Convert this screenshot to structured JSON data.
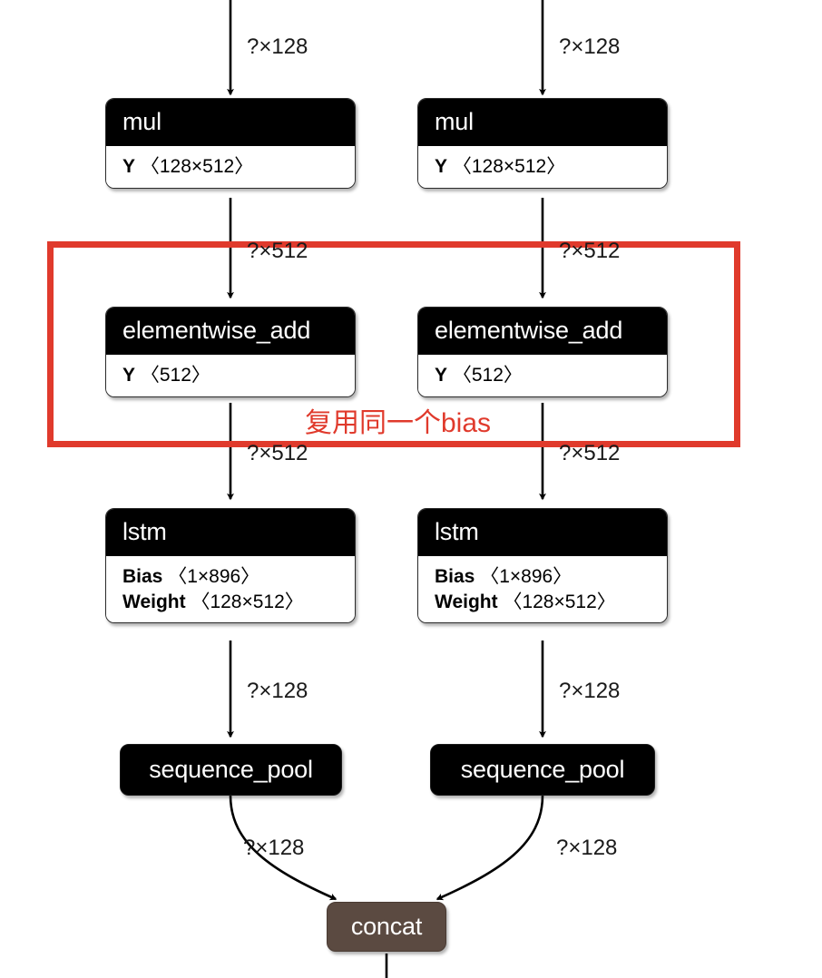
{
  "diagram": {
    "kind": "neural-network-computation-graph",
    "background": "#ffffff",
    "colors": {
      "node_header": "#000000",
      "node_body": "#ffffff",
      "node_border": "#2b2b2b",
      "concat_fill": "#5b4a41",
      "annotation_red": "#e03a2c",
      "edge": "#000000"
    }
  },
  "nodes": {
    "mul_left": {
      "title": "mul",
      "attrs": [
        {
          "key": "Y",
          "value": "〈128×512〉"
        }
      ]
    },
    "mul_right": {
      "title": "mul",
      "attrs": [
        {
          "key": "Y",
          "value": "〈128×512〉"
        }
      ]
    },
    "add_left": {
      "title": "elementwise_add",
      "attrs": [
        {
          "key": "Y",
          "value": "〈512〉"
        }
      ]
    },
    "add_right": {
      "title": "elementwise_add",
      "attrs": [
        {
          "key": "Y",
          "value": "〈512〉"
        }
      ]
    },
    "lstm_left": {
      "title": "lstm",
      "attrs": [
        {
          "key": "Bias",
          "value": "〈1×896〉"
        },
        {
          "key": "Weight",
          "value": "〈128×512〉"
        }
      ]
    },
    "lstm_right": {
      "title": "lstm",
      "attrs": [
        {
          "key": "Bias",
          "value": "〈1×896〉"
        },
        {
          "key": "Weight",
          "value": "〈128×512〉"
        }
      ]
    },
    "pool_left": {
      "title": "sequence_pool"
    },
    "pool_right": {
      "title": "sequence_pool"
    },
    "concat": {
      "title": "concat"
    }
  },
  "edge_labels": {
    "top_left": "?×128",
    "top_right": "?×128",
    "mul_to_add_left": "?×512",
    "mul_to_add_right": "?×512",
    "add_to_lstm_left": "?×512",
    "add_to_lstm_right": "?×512",
    "lstm_to_pool_left": "?×128",
    "lstm_to_pool_right": "?×128",
    "pool_to_concat_left": "?×128",
    "pool_to_concat_right": "?×128"
  },
  "annotation": {
    "text": "复用同一个bias",
    "color": "#e03a2c"
  }
}
